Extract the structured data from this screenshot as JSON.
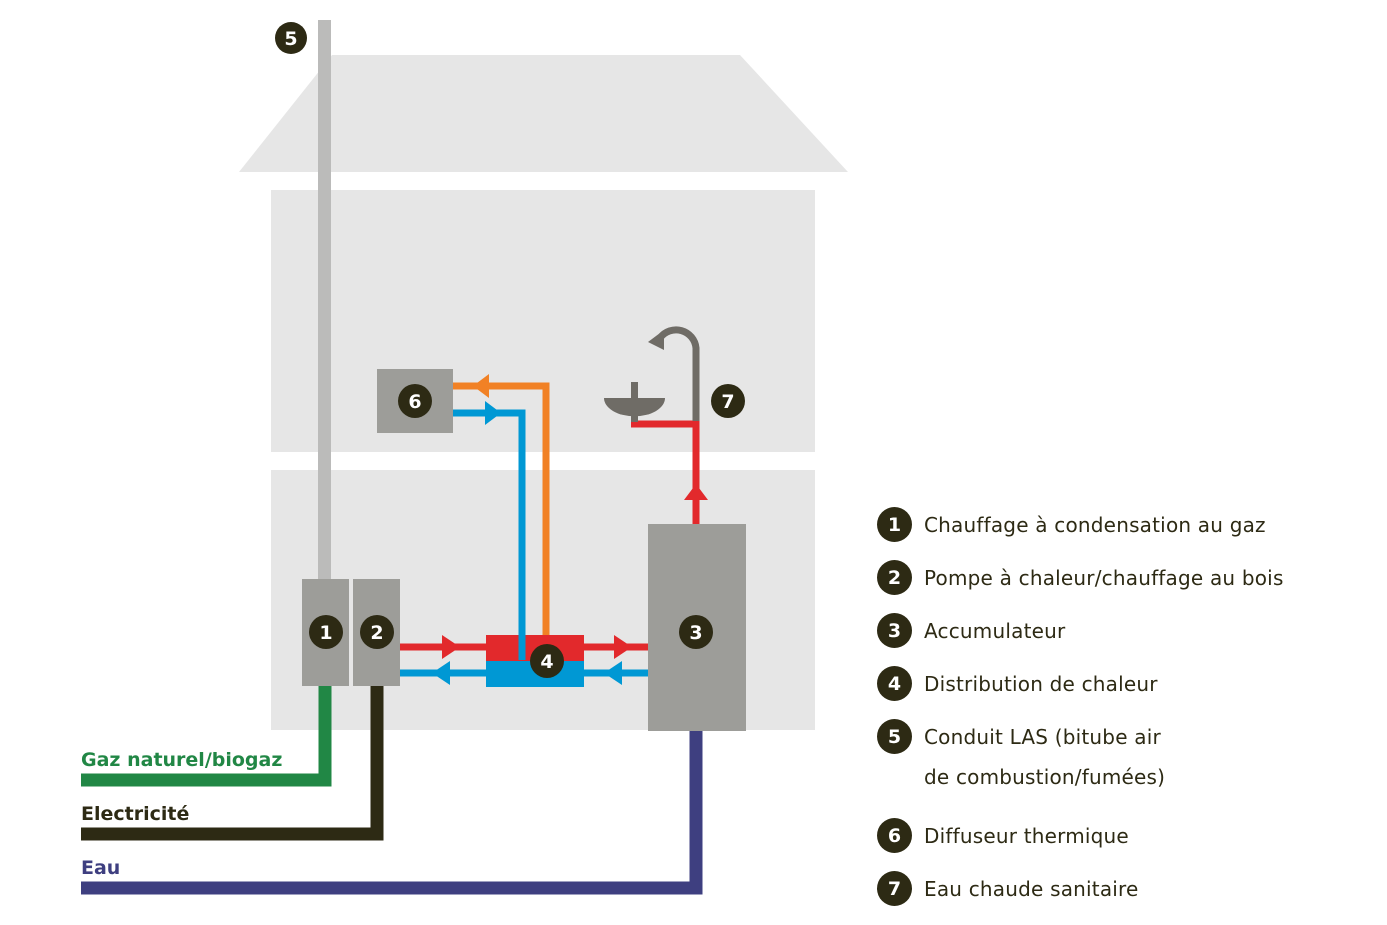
{
  "colors": {
    "house": "#e6e6e6",
    "equipment": "#9d9d99",
    "flue": "#bbbbba",
    "badge": "#2d2a14",
    "hot": "#e2292c",
    "cold": "#0098d4",
    "heating_flow": "#f18125",
    "fixture": "#6f6c66",
    "gas": "#218745",
    "electricity": "#2d2a14",
    "water": "#3e3f80"
  },
  "components": [
    {
      "id": "1",
      "label": "Chauffage à condensation au gaz"
    },
    {
      "id": "2",
      "label": "Pompe à chaleur/chauffage au bois"
    },
    {
      "id": "3",
      "label": "Accumulateur"
    },
    {
      "id": "4",
      "label": "Distribution de chaleur"
    },
    {
      "id": "5",
      "label": "Conduit LAS (bitube air",
      "label_line2": "de combustion/fumées)"
    },
    {
      "id": "6",
      "label": "Diffuseur thermique"
    },
    {
      "id": "7",
      "label": "Eau chaude sanitaire"
    }
  ],
  "supplies": [
    {
      "label": "Gaz naturel/biogaz",
      "color_key": "gas"
    },
    {
      "label": "Electricité",
      "color_key": "electricity"
    },
    {
      "label": "Eau",
      "color_key": "water"
    }
  ]
}
